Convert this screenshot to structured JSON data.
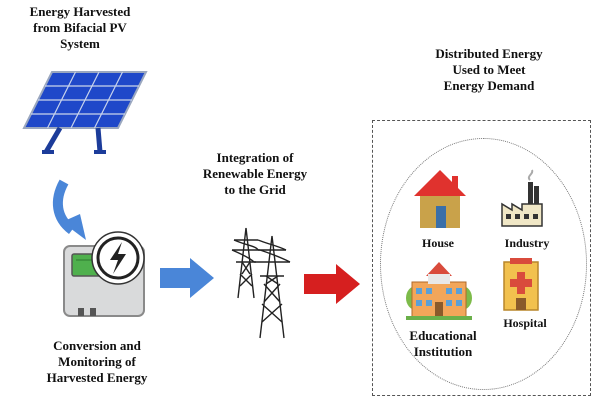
{
  "labels": {
    "harvest": [
      "Energy Harvested",
      "from Bifacial PV",
      "System"
    ],
    "distributed": [
      "Distributed Energy",
      "Used to Meet",
      "Energy Demand"
    ],
    "integration": [
      "Integration of",
      "Renewable Energy",
      "to the Grid"
    ],
    "conversion": [
      "Conversion and",
      "Monitoring of",
      "Harvested Energy"
    ],
    "house": "House",
    "industry": "Industry",
    "educational": [
      "Educational",
      "Institution"
    ],
    "hospital": "Hospital"
  },
  "icons": {
    "solar_panel": "solar-panel-icon",
    "inverter": "inverter-icon",
    "tower": "transmission-tower-icon",
    "house": "house-icon",
    "factory": "factory-icon",
    "school": "school-icon",
    "hospital": "hospital-icon"
  },
  "colors": {
    "blue_arrow": "#4a86d8",
    "red_arrow": "#d61f1f",
    "panel": "#1f48c9",
    "house_roof": "#e0322e",
    "house_wall": "#c9a24a",
    "hospital": "#f2c14e"
  }
}
